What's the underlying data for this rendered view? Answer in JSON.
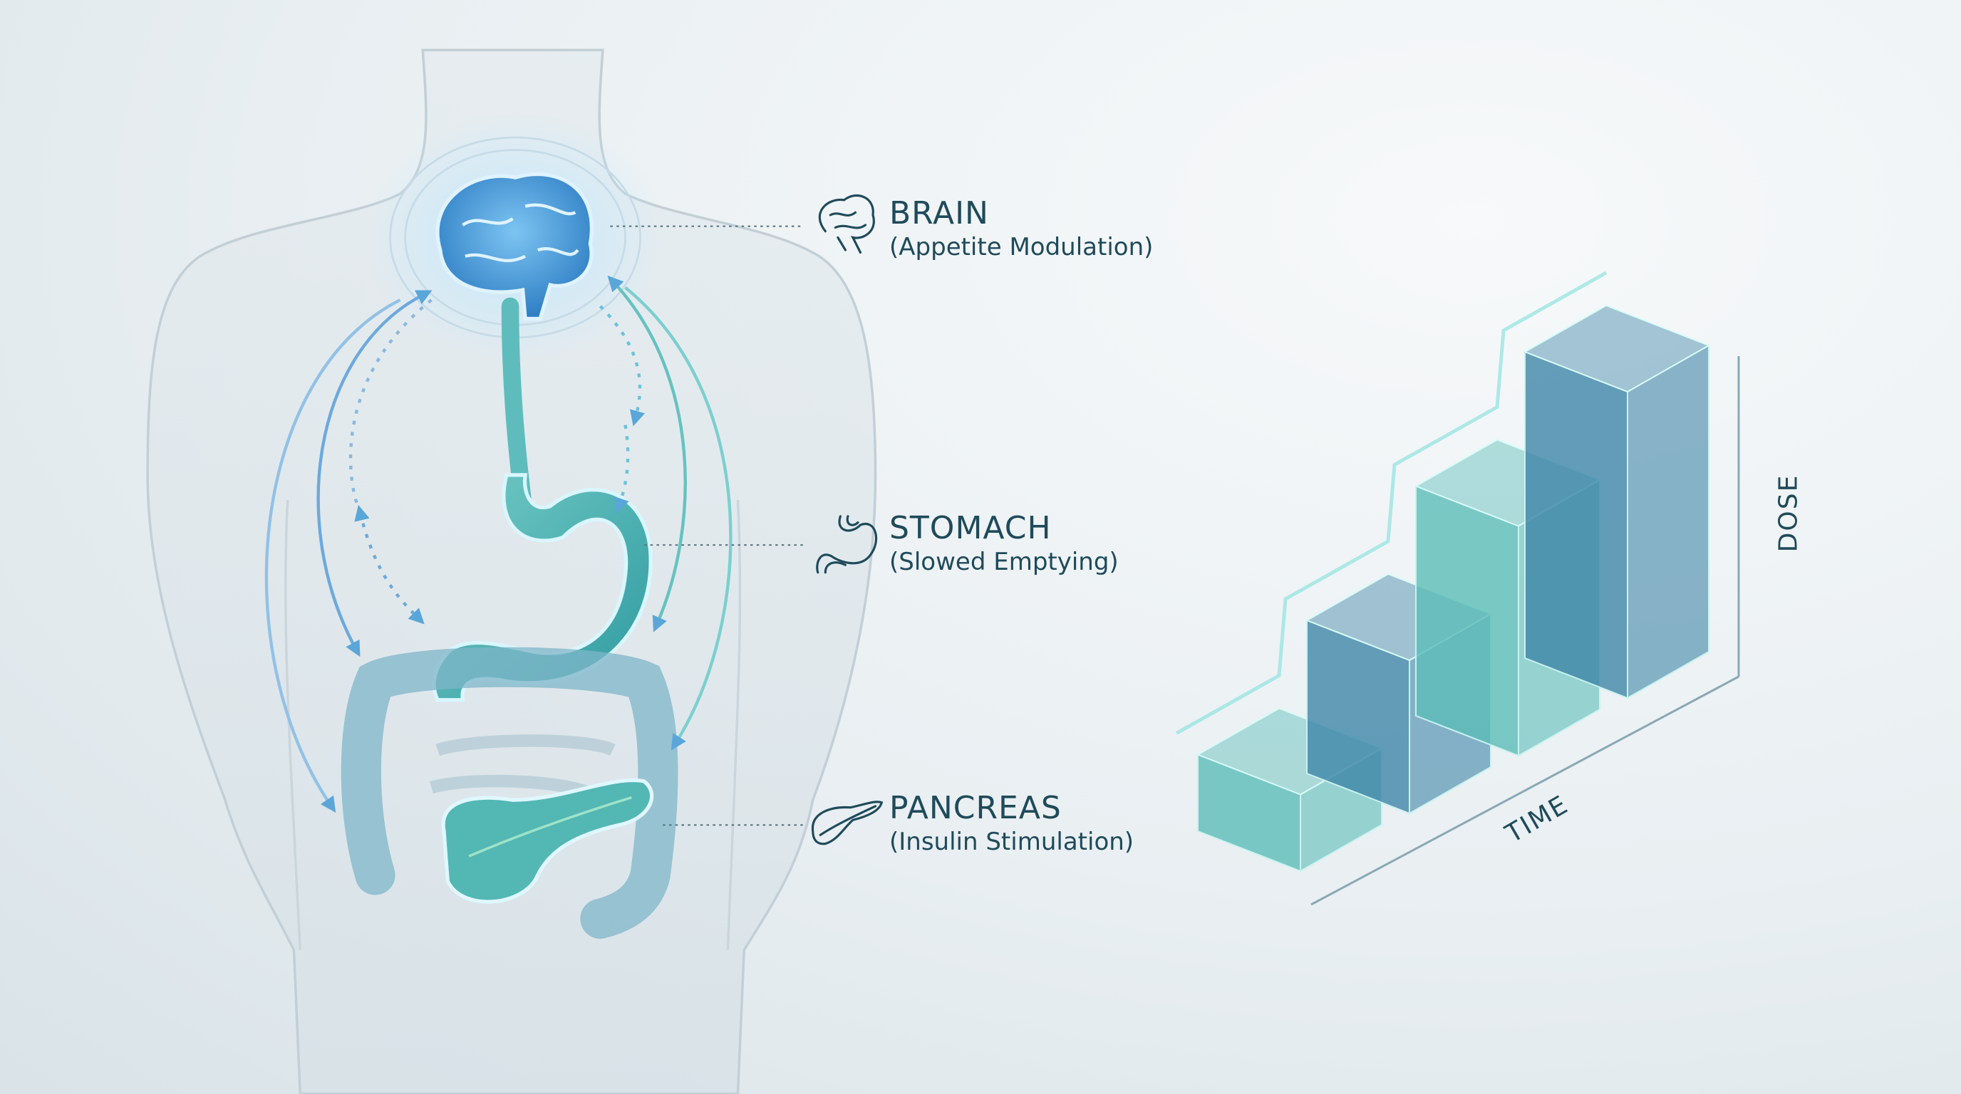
{
  "organs": {
    "brain": {
      "title": "BRAIN",
      "subtitle": "(Appetite Modulation)",
      "icon": "brain-outline-icon"
    },
    "stomach": {
      "title": "STOMACH",
      "subtitle": "(Slowed Emptying)",
      "icon": "stomach-outline-icon"
    },
    "pancreas": {
      "title": "PANCREAS",
      "subtitle": "(Insulin Stimulation)",
      "icon": "pancreas-outline-icon"
    }
  },
  "colors": {
    "text": "#1f4a5a",
    "organ_teal": "#4fb3b8",
    "brain_blue": "#3d8fd6",
    "glow": "#9fdcff",
    "bar_teal": "#5cbdb8",
    "bar_blue": "#3f86a8"
  },
  "chart_data": {
    "type": "bar",
    "style": "3d-isometric-steps",
    "xlabel": "TIME",
    "ylabel": "DOSE",
    "categories": [],
    "values": [
      1,
      2,
      3,
      4
    ],
    "grid": false
  }
}
